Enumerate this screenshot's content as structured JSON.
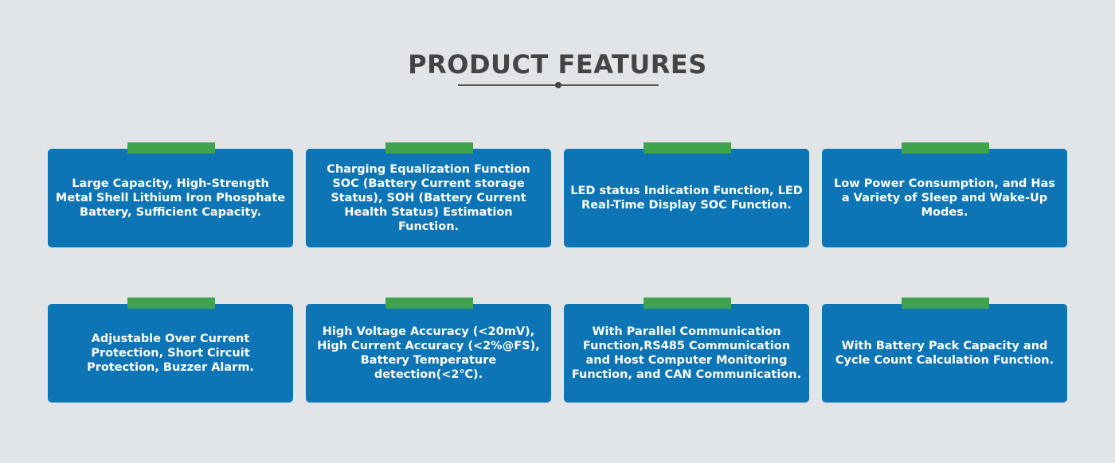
{
  "header": {
    "title": "PRODUCT FEATURES"
  },
  "colors": {
    "background": "#e2e5e8",
    "card": "#0d75b5",
    "accent_tab": "#3fa34d",
    "title": "#444444"
  },
  "features": [
    {
      "text": "Large Capacity, High-Strength Metal Shell Lithium Iron Phosphate Battery, Sufficient Capacity."
    },
    {
      "text": "Charging Equalization Function SOC (Battery Current storage Status), SOH (Battery Current Health Status) Estimation Function."
    },
    {
      "text": "LED status Indication Function, LED Real-Time Display SOC Function."
    },
    {
      "text": "Low Power Consumption, and Has a Variety of Sleep and Wake-Up Modes."
    },
    {
      "text": "Adjustable Over Current Protection, Short Circuit Protection, Buzzer Alarm."
    },
    {
      "text": "High Voltage Accuracy (<20mV), High Current Accuracy (<2%@FS), Battery Temperature detection(<2℃)."
    },
    {
      "text": "With Parallel Communication Function,RS485 Communication and Host Computer Monitoring Function, and CAN Communication."
    },
    {
      "text": "With Battery Pack Capacity and Cycle Count Calculation Function."
    }
  ]
}
